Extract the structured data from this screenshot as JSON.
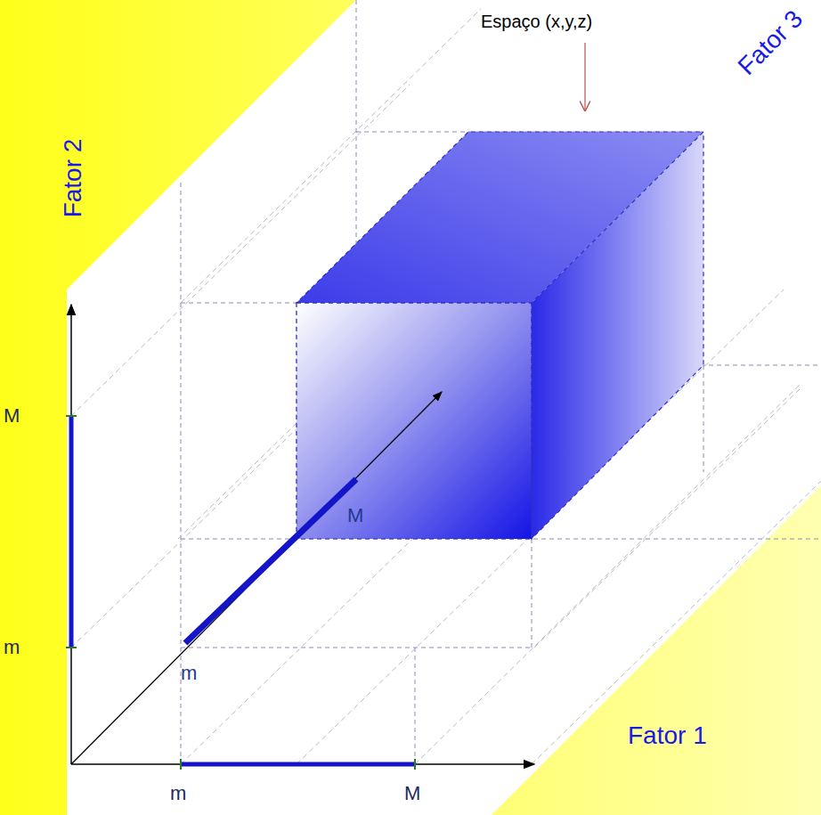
{
  "diagram": {
    "labels": [
      "Espaço (x,y,z)",
      "Fator 3",
      "Fator 2",
      "M",
      "m",
      "m",
      "M",
      "Fator 1",
      "m",
      "M"
    ]
  }
}
